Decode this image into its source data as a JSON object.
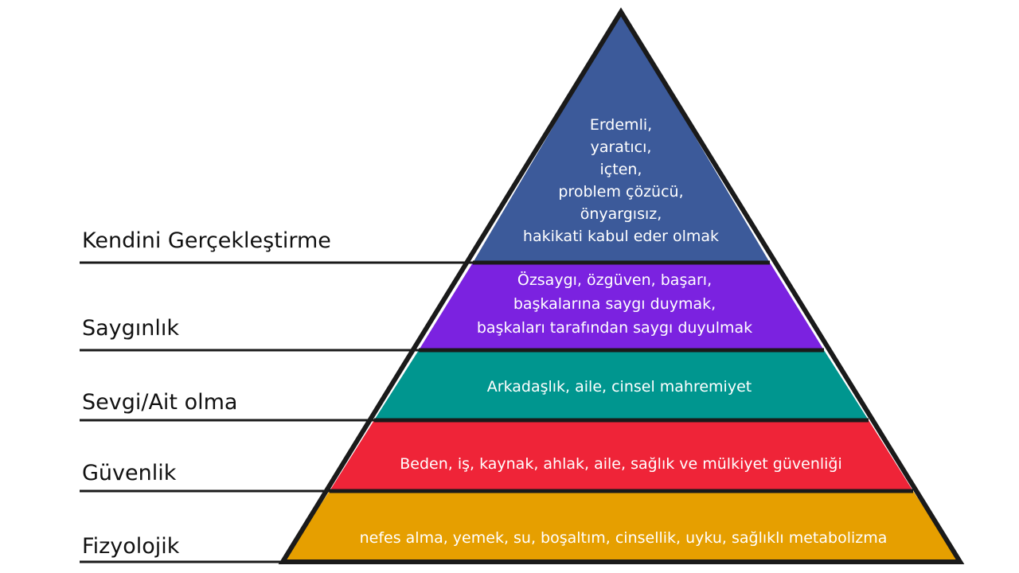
{
  "colors": {
    "self_actualization": "#3c5a9a",
    "esteem": "#7b22e0",
    "love_belonging": "#00968f",
    "safety": "#ef2438",
    "physiological": "#e69f00",
    "outline": "#1a1a1a",
    "label_text": "#111111",
    "tier_text": "#ffffff"
  },
  "levels": [
    {
      "label": "Kendini Gerçekleştirme",
      "text_lines": [
        "Erdemli,",
        "yaratıcı,",
        "içten,",
        "problem çözücü,",
        "önyargısız,",
        "hakikati kabul eder olmak"
      ]
    },
    {
      "label": "Saygınlık",
      "text_lines": [
        "Özsaygı, özgüven, başarı,",
        "başkalarına saygı duymak,",
        "başkaları tarafından saygı duyulmak"
      ]
    },
    {
      "label": "Sevgi/Ait olma",
      "text_lines": [
        "Arkadaşlık, aile, cinsel mahremiyet"
      ]
    },
    {
      "label": "Güvenlik",
      "text_lines": [
        "Beden, iş, kaynak, ahlak, aile, sağlık ve mülkiyet güvenliği"
      ]
    },
    {
      "label": "Fizyolojik",
      "text_lines": [
        "nefes alma, yemek, su, boşaltım, cinsellik, uyku, sağlıklı metabolizma"
      ]
    }
  ]
}
